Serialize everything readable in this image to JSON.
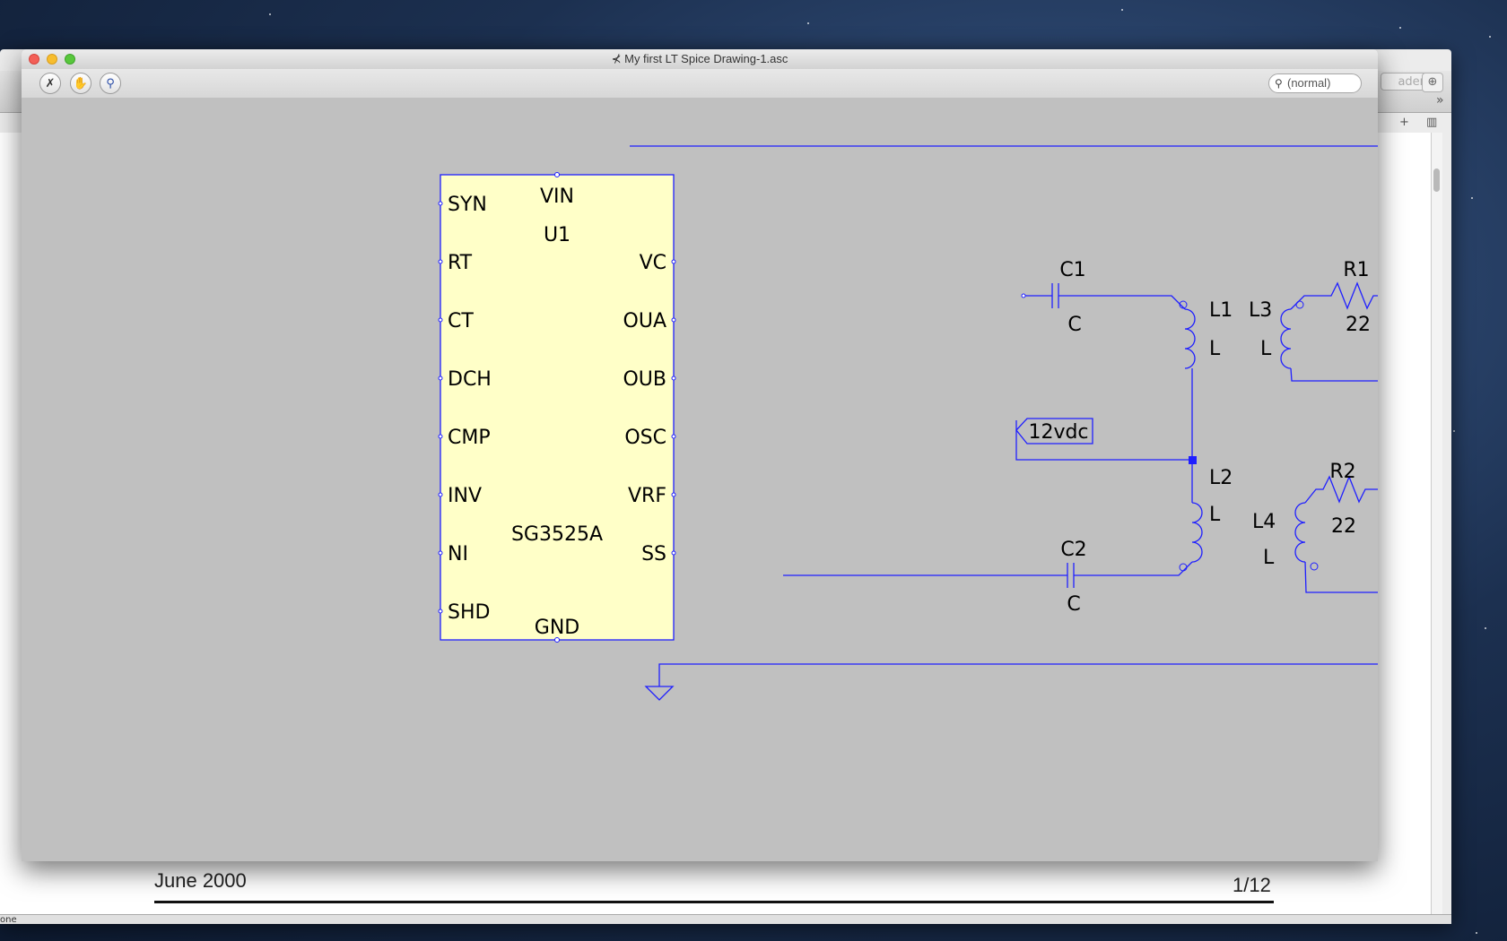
{
  "window": {
    "title": "My first LT Spice Drawing-1.asc",
    "search_placeholder": "(normal)"
  },
  "toolbar": {
    "run_icon": "run-icon",
    "halt_icon": "halt-icon",
    "probe_icon": "probe-icon"
  },
  "background_document": {
    "date": "June 2000",
    "page_number": "1/12",
    "reader_button": "ader",
    "status_text": "one"
  },
  "schematic": {
    "ic": {
      "ref": "U1",
      "part": "SG3525A",
      "top_pin": "VIN",
      "bottom_pin": "GND",
      "left_pins": [
        "SYN",
        "RT",
        "CT",
        "DCH",
        "CMP",
        "INV",
        "NI",
        "SHD"
      ],
      "right_pins": [
        "VC",
        "OUA",
        "OUB",
        "OSC",
        "VRF",
        "SS"
      ]
    },
    "components": {
      "c1_ref": "C1",
      "c1_value": "C",
      "c2_ref": "C2",
      "c2_value": "C",
      "l1_ref": "L1",
      "l1_value": "L",
      "l2_ref": "L2",
      "l2_value": "L",
      "l3_ref": "L3",
      "l3_value": "L",
      "l4_ref": "L4",
      "l4_value": "L",
      "r1_ref": "R1",
      "r1_value": "22",
      "r2_ref": "R2",
      "r2_value": "22"
    },
    "net_label": "12vdc"
  },
  "colors": {
    "wire": "#1f1fff",
    "ic_fill": "#ffffc8",
    "canvas": "#c0c0c0"
  }
}
